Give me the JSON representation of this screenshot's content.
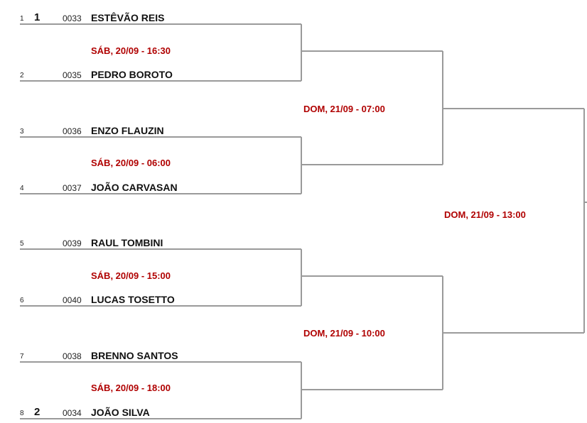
{
  "players": [
    {
      "pos": "1",
      "seed": "1",
      "code": "0033",
      "name": "ESTÊVÃO REIS"
    },
    {
      "pos": "2",
      "seed": "",
      "code": "0035",
      "name": "PEDRO BOROTO"
    },
    {
      "pos": "3",
      "seed": "",
      "code": "0036",
      "name": "ENZO FLAUZIN"
    },
    {
      "pos": "4",
      "seed": "",
      "code": "0037",
      "name": "JOÃO CARVASAN"
    },
    {
      "pos": "5",
      "seed": "",
      "code": "0039",
      "name": "RAUL TOMBINI"
    },
    {
      "pos": "6",
      "seed": "",
      "code": "0040",
      "name": "LUCAS TOSETTO"
    },
    {
      "pos": "7",
      "seed": "",
      "code": "0038",
      "name": "BRENNO SANTOS"
    },
    {
      "pos": "8",
      "seed": "2",
      "code": "0034",
      "name": "JOÃO SILVA"
    }
  ],
  "round1": [
    {
      "time": "SÁB, 20/09 - 16:30"
    },
    {
      "time": "SÁB, 20/09 - 06:00"
    },
    {
      "time": "SÁB, 20/09 - 15:00"
    },
    {
      "time": "SÁB, 20/09 - 18:00"
    }
  ],
  "round2": [
    {
      "time": "DOM, 21/09 - 07:00"
    },
    {
      "time": "DOM, 21/09 - 10:00"
    }
  ],
  "final": {
    "time": "DOM, 21/09 - 13:00"
  }
}
